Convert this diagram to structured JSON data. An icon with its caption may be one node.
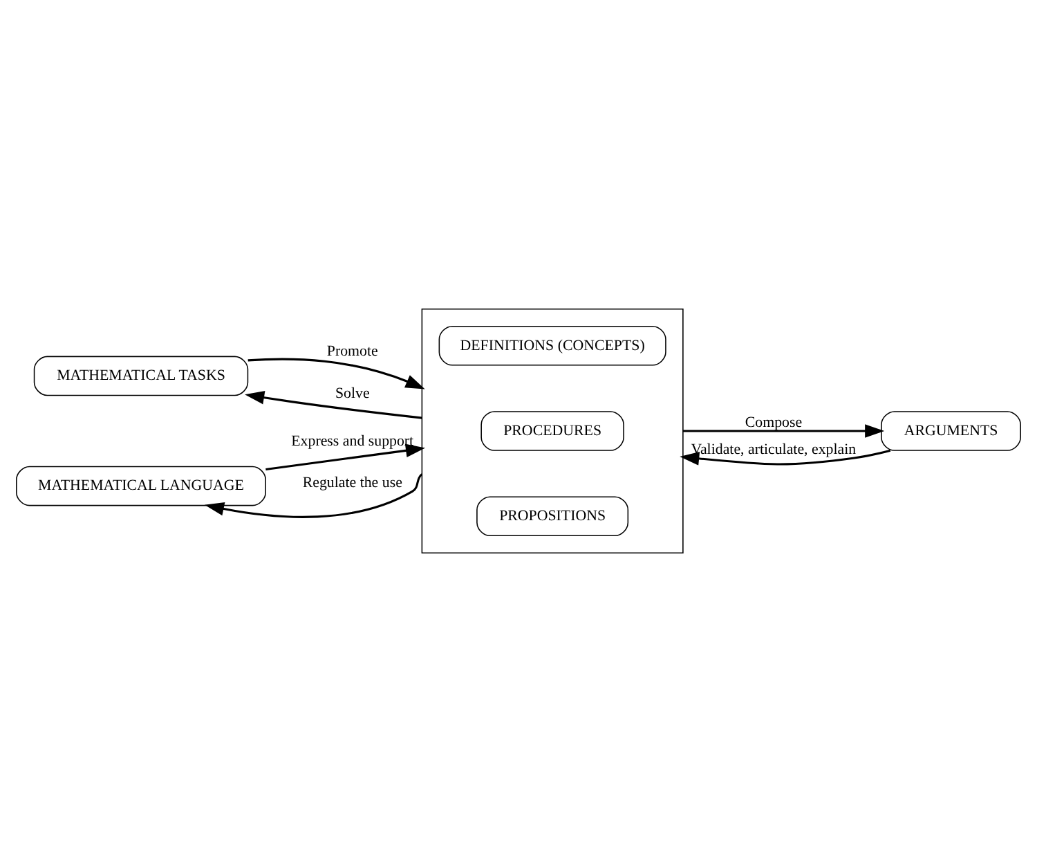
{
  "diagram": {
    "nodes": [
      {
        "text": [
          "MATHEMATICAL TASKS"
        ]
      },
      {
        "text": [
          "MATHEMATICAL LANGUAGE"
        ]
      },
      {
        "text": [],
        "shape": "box"
      },
      {
        "text": [
          "DEFINITIONS (CONCEPTS)"
        ],
        "in": 2
      },
      {
        "text": [
          "PROCEDURES"
        ],
        "in": 2
      },
      {
        "text": [
          "PROPOSITIONS"
        ],
        "in": 2
      },
      {
        "text": [
          "ARGUMENTS"
        ]
      }
    ],
    "edges": [
      {
        "from": 0,
        "to": 2,
        "arrow": "to",
        "label": "Promote"
      },
      {
        "from": 2,
        "to": 0,
        "arrow": "to",
        "label": "Solve"
      },
      {
        "from": 1,
        "to": 2,
        "arrow": "to",
        "label": "Express and support"
      },
      {
        "from": 2,
        "to": 1,
        "arrow": "to",
        "label": "Regulate the use"
      },
      {
        "from": 2,
        "to": 6,
        "arrow": "to",
        "label": "Compose"
      },
      {
        "from": 6,
        "to": 2,
        "arrow": "to",
        "label": "Validate, articulate, explain"
      }
    ]
  }
}
